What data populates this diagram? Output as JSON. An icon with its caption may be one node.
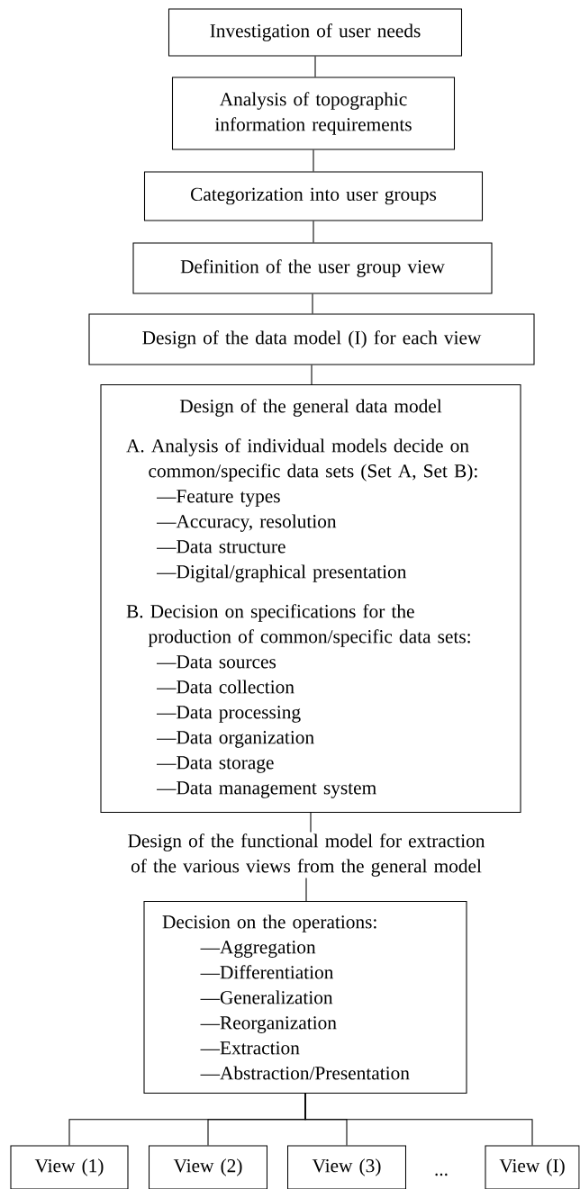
{
  "diagram": {
    "nodes": [
      {
        "text": [
          "Investigation of user needs"
        ]
      },
      {
        "text": [
          "Analysis of topographic information requirements"
        ]
      },
      {
        "text": [
          "Categorization into user groups"
        ]
      },
      {
        "text": [
          "Definition of the user group view"
        ]
      },
      {
        "text": [
          "Design of the data model (I) for each view"
        ]
      },
      {
        "text": [
          "Design of the general data model",
          "A. Analysis of individual models decide on common/specific data sets (Set A, Set B):",
          "—Feature types",
          "—Accuracy, resolution",
          "—Data structure",
          "—Digital/graphical presentation",
          "B. Decision on specifications for the production of common/specific data sets:",
          "—Data sources",
          "—Data collection",
          "—Data processing",
          "—Data organization",
          "—Data storage",
          "—Data management system"
        ]
      },
      {
        "text": [
          "Design of the functional model for extraction of the various views from the general model"
        ]
      },
      {
        "text": [
          "Decision on the operations:",
          "—Aggregation",
          "—Differentiation",
          "—Generalization",
          "—Reorganization",
          "—Extraction",
          "—Abstraction/Presentation"
        ]
      },
      {
        "text": [
          "View (1)"
        ]
      },
      {
        "text": [
          "View (2)"
        ]
      },
      {
        "text": [
          "View (3)"
        ]
      },
      {
        "text": [
          "View (I)"
        ]
      }
    ],
    "edges": [
      {
        "from": 0,
        "to": 1,
        "arrow": "none"
      },
      {
        "from": 1,
        "to": 2,
        "arrow": "none"
      },
      {
        "from": 2,
        "to": 3,
        "arrow": "none"
      },
      {
        "from": 3,
        "to": 4,
        "arrow": "none"
      },
      {
        "from": 4,
        "to": 5,
        "arrow": "none"
      },
      {
        "from": 5,
        "to": 6,
        "arrow": "none"
      },
      {
        "from": 6,
        "to": 7,
        "arrow": "none"
      },
      {
        "from": 7,
        "to": 8,
        "arrow": "none"
      },
      {
        "from": 7,
        "to": 9,
        "arrow": "none"
      },
      {
        "from": 7,
        "to": 10,
        "arrow": "none"
      },
      {
        "from": 7,
        "to": 11,
        "arrow": "none"
      }
    ],
    "labels": [
      "..."
    ]
  }
}
